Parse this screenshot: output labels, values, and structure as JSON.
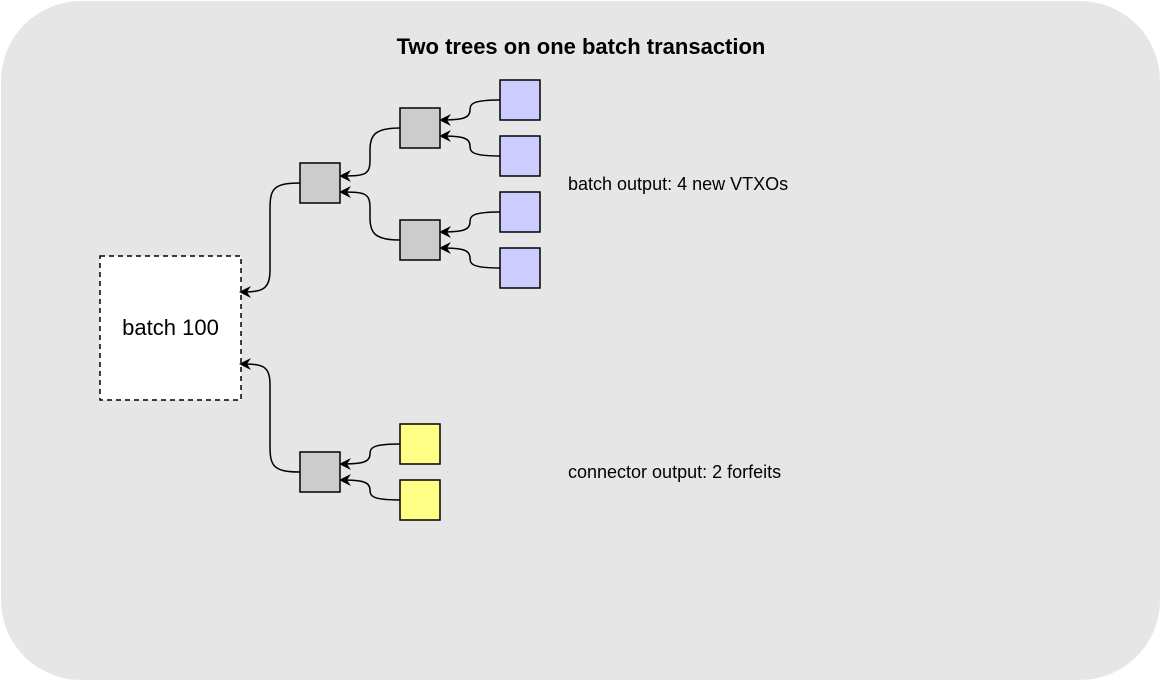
{
  "title": "Two trees on one batch transaction",
  "batch_label": "batch 100",
  "batch_output_label": "batch output: 4 new VTXOs",
  "connector_output_label": "connector output: 2 forfeits",
  "colors": {
    "background": "#e6e6e6",
    "tree_node": "#cccccc",
    "vtxo": "#ccccff",
    "forfeit": "#ffff88",
    "batch_box": "#ffffff"
  }
}
